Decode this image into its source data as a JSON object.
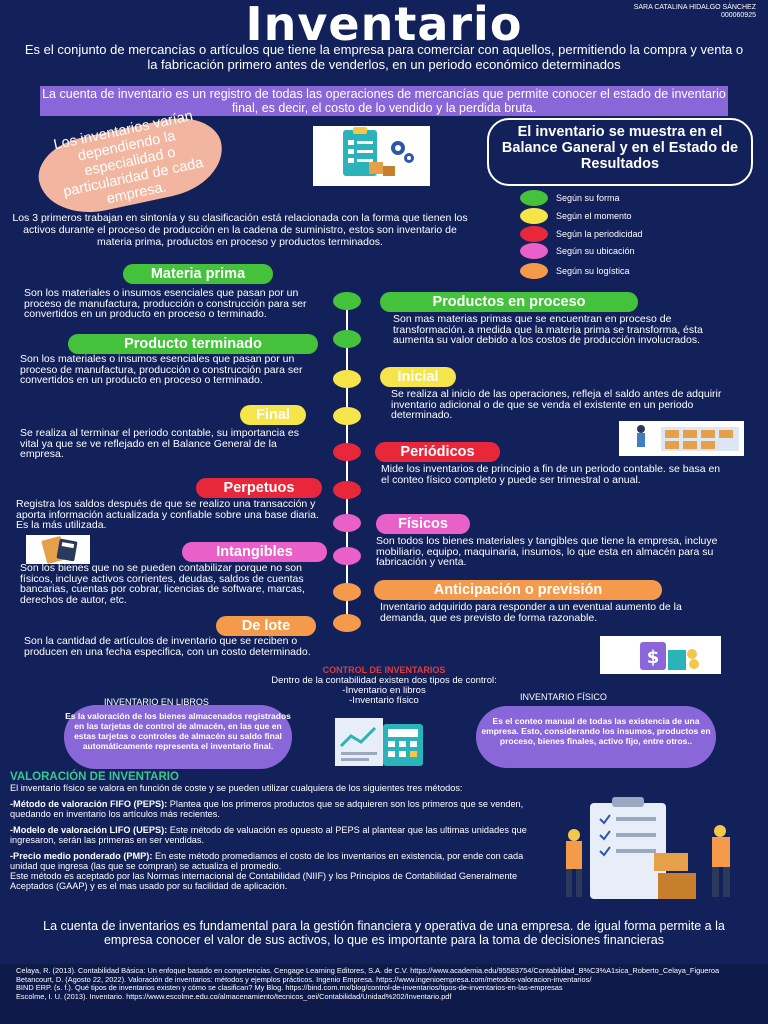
{
  "header": {
    "title": "Inventario",
    "author_name": "SARA CATALINA HIDALGO SÁNCHEZ",
    "author_id": "000060925"
  },
  "intro": "Es el conjunto de mercancías o artículos que tiene la empresa para comerciar con aquellos, permitiendo la compra y venta o la fabricación primero antes de venderlos, en un periodo económico determinados",
  "purple_band": "La cuenta de inventario es un registro de todas las operaciones de mercancías que permite conocer el estado de inventario final, es decir, el costo de lo vendido y la perdida bruta.",
  "blob_text": "Los inventarios varían dependiendo la especialidad o particularidad de cada empresa.",
  "balance_box": "El inventario se muestra en el Balance Ganeral y en el Estado de Resultados",
  "legend": [
    {
      "label": "Según su forma",
      "color": "#45c23c"
    },
    {
      "label": "Según el momento",
      "color": "#f5e54a"
    },
    {
      "label": "Según la periodicidad",
      "color": "#e8283a"
    },
    {
      "label": "Según su ubicación",
      "color": "#e860c8"
    },
    {
      "label": "Según su logística",
      "color": "#f59a4a"
    }
  ],
  "mid_text": "Los 3 primeros trabajan en sintonía y su clasificación está relacionada con la forma que tienen los activos durante el proceso de producción en la cadena de suministro, estos son inventario de materia prima, productos en proceso y productos terminados.",
  "timeline": {
    "materia_prima": {
      "title": "Materia prima",
      "desc": "Son los materiales o insumos esenciales que pasan por un proceso de manufactura, producción o construcción para ser convertidos en un producto en proceso o terminado."
    },
    "productos_proceso": {
      "title": "Productos en proceso",
      "desc": "Son mas materias primas que se encuentran en proceso de transformación. a medida que la materia prima se transforma, ésta aumenta su valor debido a los costos de producción involucrados."
    },
    "producto_terminado": {
      "title": "Producto terminado",
      "desc": "Son los materiales o insumos esenciales que pasan por un proceso de manufactura, producción o construcción para ser convertidos en un producto en proceso o terminado."
    },
    "inicial": {
      "title": "Inicial",
      "desc": "Se realiza al inicio de las operaciones, refleja el saldo antes de adquirir inventario adicional o de que se venda el existente en un periodo determinado."
    },
    "final": {
      "title": "Final",
      "desc": "Se realiza al terminar el periodo contable, su importancia es vital ya que se ve reflejado en el Balance General de la empresa."
    },
    "periodicos": {
      "title": "Periódicos",
      "desc": "Mide los inventarios de principio a fin de un periodo contable. se basa en el conteo físico completo y puede ser trimestral o anual."
    },
    "perpetuos": {
      "title": "Perpetuos",
      "desc": "Registra los saldos después de que se realizo una transacción y aporta información actualizada y confiable sobre una base diaria. Es la más utilizada."
    },
    "fisicos": {
      "title": "Físicos",
      "desc": "Son todos los bienes materiales y tangibles que tiene la empresa, incluye mobiliario, equipo, maquinaria, insumos, lo que esta en almacén para su fabricación y venta."
    },
    "intangibles": {
      "title": "Intangibles",
      "desc": "Son los bienes que no se pueden contabilizar porque no son físicos, incluye activos corrientes, deudas, saldos de cuentas bancarias, cuentas por cobrar, licencias de software, marcas, derechos de autor, etc."
    },
    "anticipacion": {
      "title": "Anticipación o previsión",
      "desc": "Inventario adquirido para responder a un eventual aumento de la demanda, que es previsto de forma razonable."
    },
    "de_lote": {
      "title": "De lote",
      "desc": "Son la cantidad de artículos de inventario que se reciben o producen en una fecha especifica, con un costo determinado."
    }
  },
  "control": {
    "title": "CONTROL DE INVENTARIOS",
    "line1": "Dentro de la contabilidad existen dos tipos de control:",
    "line2": "-Inventario en libros",
    "line3": "-Inventario físico",
    "libros_label": "INVENTARIO EN LIBROS",
    "libros_text": "Es la valoración de los bienes almacenados registrados en las tarjetas de control de almacén, en las que en estas tarjetas o controles de almacén su saldo final automáticamente representa el inventario final.",
    "fisico_label": "INVENTARIO FÍSICO",
    "fisico_text": "Es el conteo manual de todas las existencia de una empresa. Esto, considerando los insumos, productos en proceso, bienes finales, activo fijo, entre otros.."
  },
  "valoracion": {
    "title": "VALORACIÓN DE INVENTARIO",
    "intro": "El inventario físico se valora en función de coste y se pueden utilizar cualquiera de los siguientes tres métodos:",
    "fifo_label": "-Método de valoración FIFO (PEPS):",
    "fifo_text": " Plantea que los primeros productos que se adquieren son los primeros que se venden, quedando en inventario los artículos más recientes.",
    "lifo_label": "-Modelo de valoración LIFO (UEPS):",
    "lifo_text": " Este método de valuación es opuesto al PEPS al plantear que las ultimas unidades que ingresaron, serán las primeras en ser vendidas.",
    "pmp_label": "-Precio medio ponderado (PMP):",
    "pmp_text": " En este método promediamos el costo de los inventarios en existencia, por ende con cada unidad que ingresa (las que se compran) se actualiza el promedio.",
    "closing": "Este método es aceptado por las Normas internacional de Contabilidad (NIIF) y los Principios de Contabilidad Generalmente Aceptados (GAAP) y es el mas usado por su facilidad de aplicación."
  },
  "conclusion": "La cuenta de inventarios es fundamental para la gestión financiera y operativa de una empresa. de igual forma permite a la empresa conocer el valor de sus activos, lo que es importante para la toma de decisiones financieras",
  "references": [
    "Celaya, R. (2013). Contabilidad Básica: Un enfoque basado en competencias. Cengage Learning Editores, S.A. de C.V. https://www.academia.edu/95583754/Contabilidad_B%C3%A1sica_Roberto_Celaya_Figueroa",
    "Betancourt, D. (Agosto 22, 2022). Valoración de inventarios: métodos y ejemplos prácticos. Ingenio Empresa. https://www.ingenioempresa.com/metodos-valoracion-inventarios/",
    " BIND ERP. (s. f.). Qué tipos de inventarios existen y cómo se clasifican? My Blog. https://bind.com.mx/blog/control-de-inventarios/tipos-de-inventarios-en-las-empresas",
    "Escolme, I. U. (2013). Inventario. https://www.escolme.edu.co/almacenamiento/tecnicos_oei/Contabilidad/Unidad%202/Inventario.pdf"
  ],
  "colors": {
    "background": "#13215a",
    "green": "#45c23c",
    "yellow": "#f5e54a",
    "red": "#e8283a",
    "pink": "#e860c8",
    "orange": "#f59a4a",
    "purple": "#8a67d8"
  }
}
